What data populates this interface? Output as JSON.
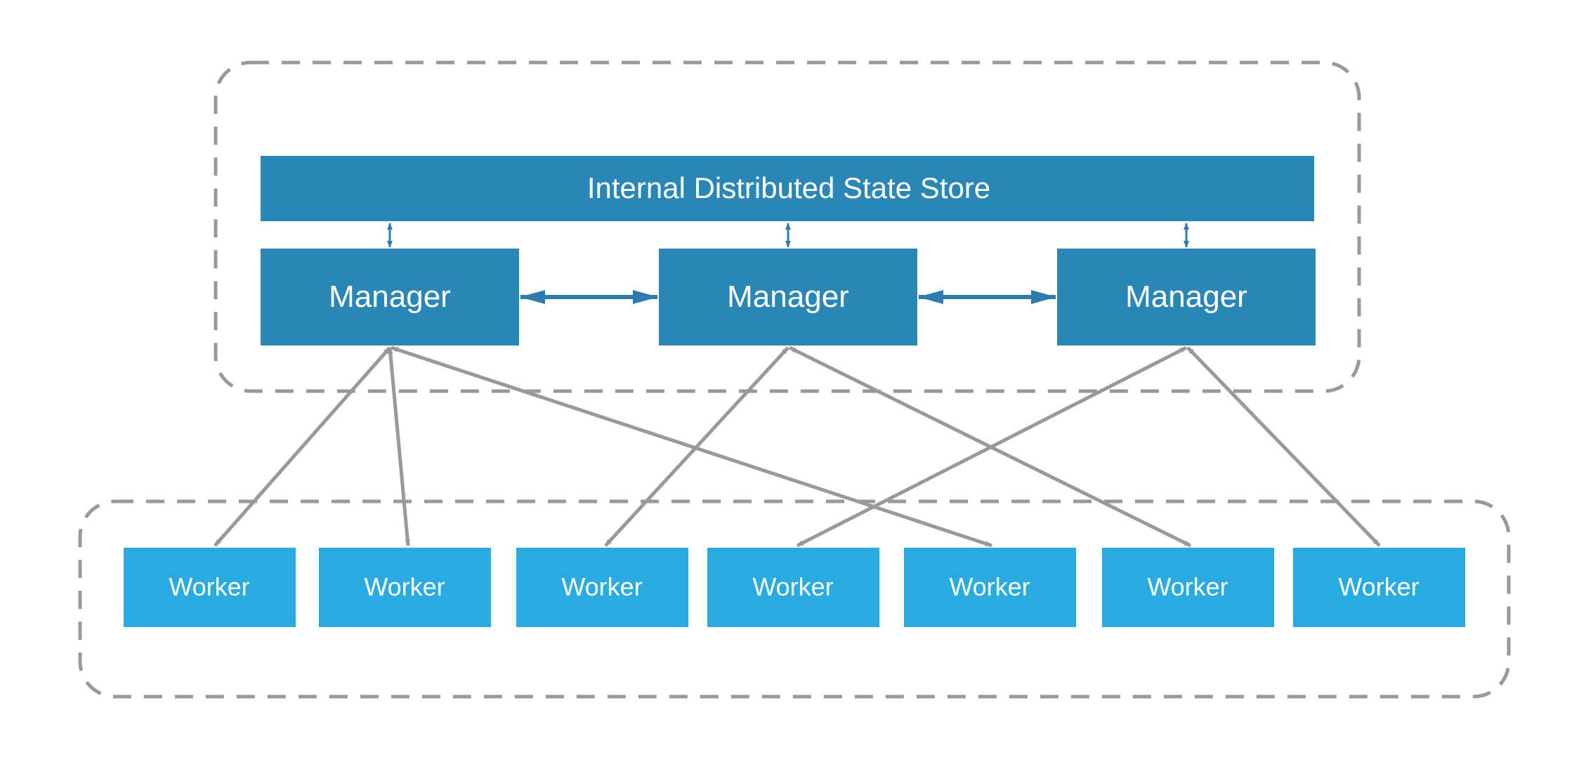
{
  "diagram": {
    "state_store": {
      "label": "Internal Distributed State Store"
    },
    "managers": [
      {
        "label": "Manager"
      },
      {
        "label": "Manager"
      },
      {
        "label": "Manager"
      }
    ],
    "workers": [
      {
        "label": "Worker"
      },
      {
        "label": "Worker"
      },
      {
        "label": "Worker"
      },
      {
        "label": "Worker"
      },
      {
        "label": "Worker"
      },
      {
        "label": "Worker"
      },
      {
        "label": "Worker"
      }
    ]
  },
  "colors": {
    "manager_fill": "#2b86b8",
    "worker_fill": "#29abe2",
    "text": "#ffffff",
    "link_gray": "#999999",
    "link_blue": "#2f7bb0",
    "cluster_border": "#999999"
  }
}
